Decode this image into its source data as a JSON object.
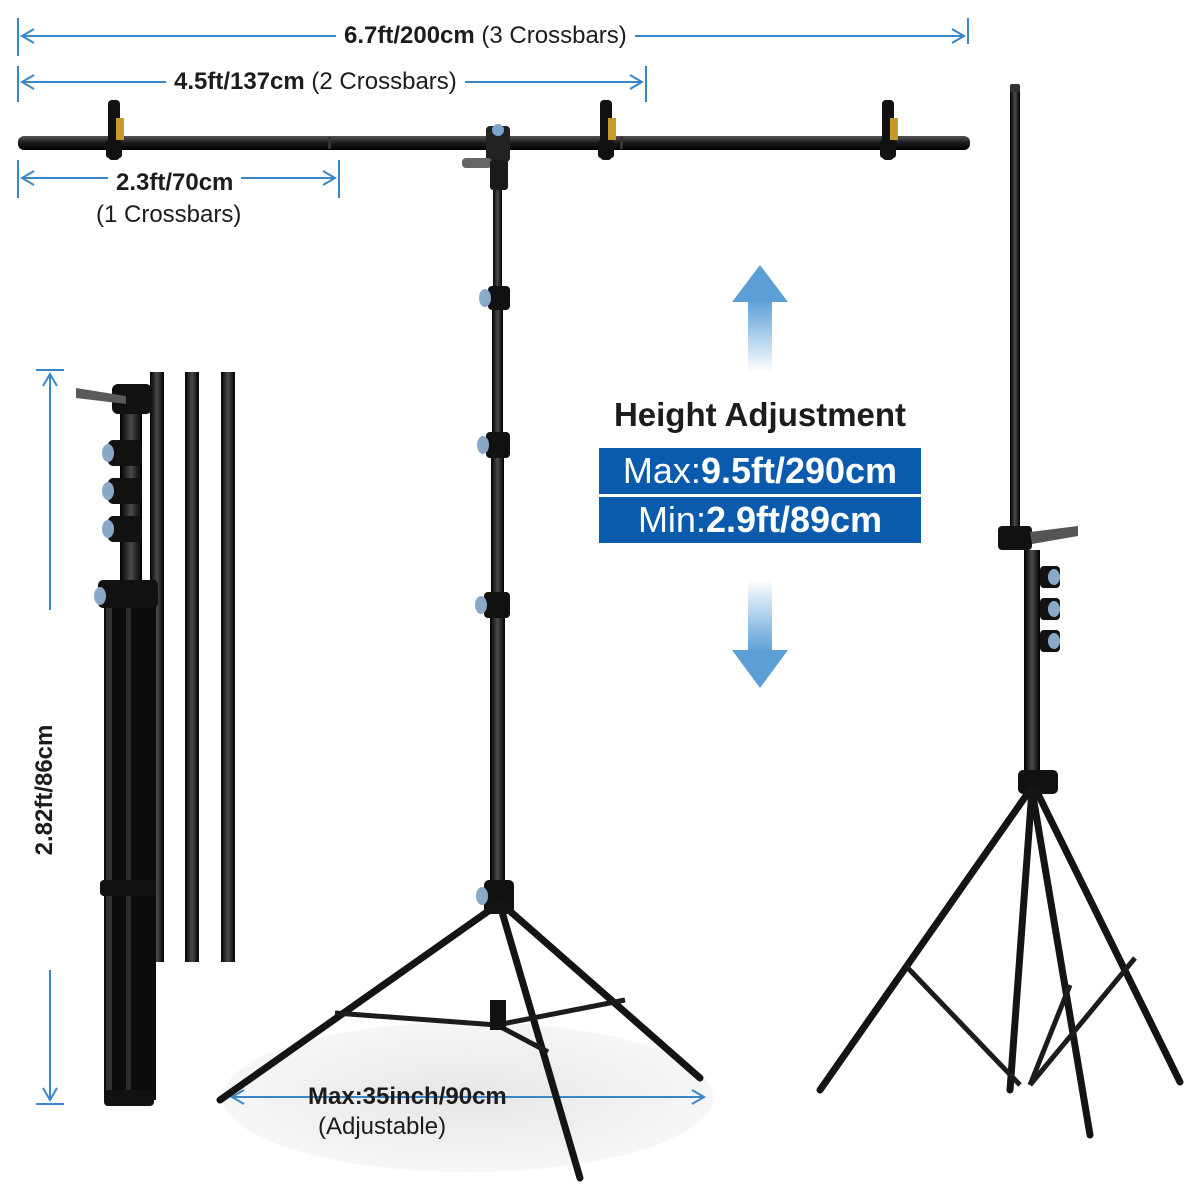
{
  "dimensions": {
    "width_3": {
      "value": "6.7ft/200cm",
      "note": "(3 Crossbars)"
    },
    "width_2": {
      "value": "4.5ft/137cm",
      "note": "(2 Crossbars)"
    },
    "width_1": {
      "value": "2.3ft/70cm",
      "note": "(1 Crossbars)"
    },
    "folded_height": "2.82ft/86cm",
    "leg_spread": {
      "value": "Max:35inch/90cm",
      "note": "(Adjustable)"
    }
  },
  "height_adjustment": {
    "title": "Height Adjustment",
    "max_prefix": "Max:",
    "max_value": "9.5ft/290cm",
    "min_prefix": "Min:",
    "min_value": "2.9ft/89cm"
  },
  "colors": {
    "accent_box": "#0a5aad",
    "dimension_arrow": "#3a86c8",
    "stand_metal": "#1b1b1b"
  }
}
